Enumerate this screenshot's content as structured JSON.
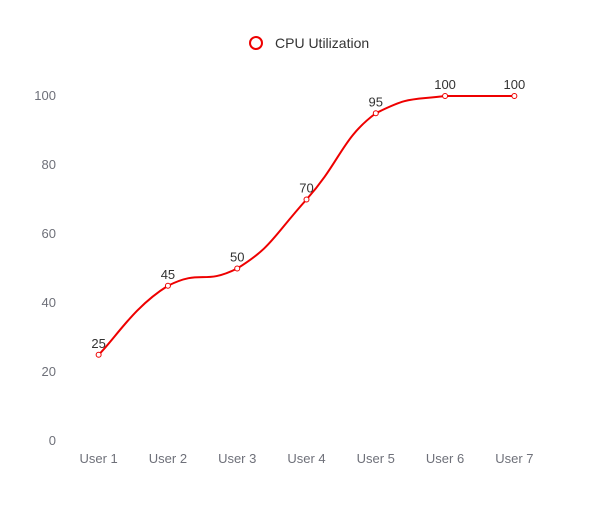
{
  "chart_data": {
    "type": "line",
    "smooth": true,
    "categories": [
      "User 1",
      "User 2",
      "User 3",
      "User 4",
      "User 5",
      "User 6",
      "User 7"
    ],
    "series": [
      {
        "name": "CPU Utilization",
        "values": [
          25,
          45,
          50,
          70,
          95,
          100,
          100
        ],
        "color": "#ee0000"
      }
    ],
    "ylim": [
      0,
      100
    ],
    "yticks": [
      0,
      20,
      40,
      60,
      80,
      100
    ],
    "grid": false,
    "legend": "top-center",
    "data_labels": true,
    "title": "",
    "xlabel": "",
    "ylabel": ""
  }
}
